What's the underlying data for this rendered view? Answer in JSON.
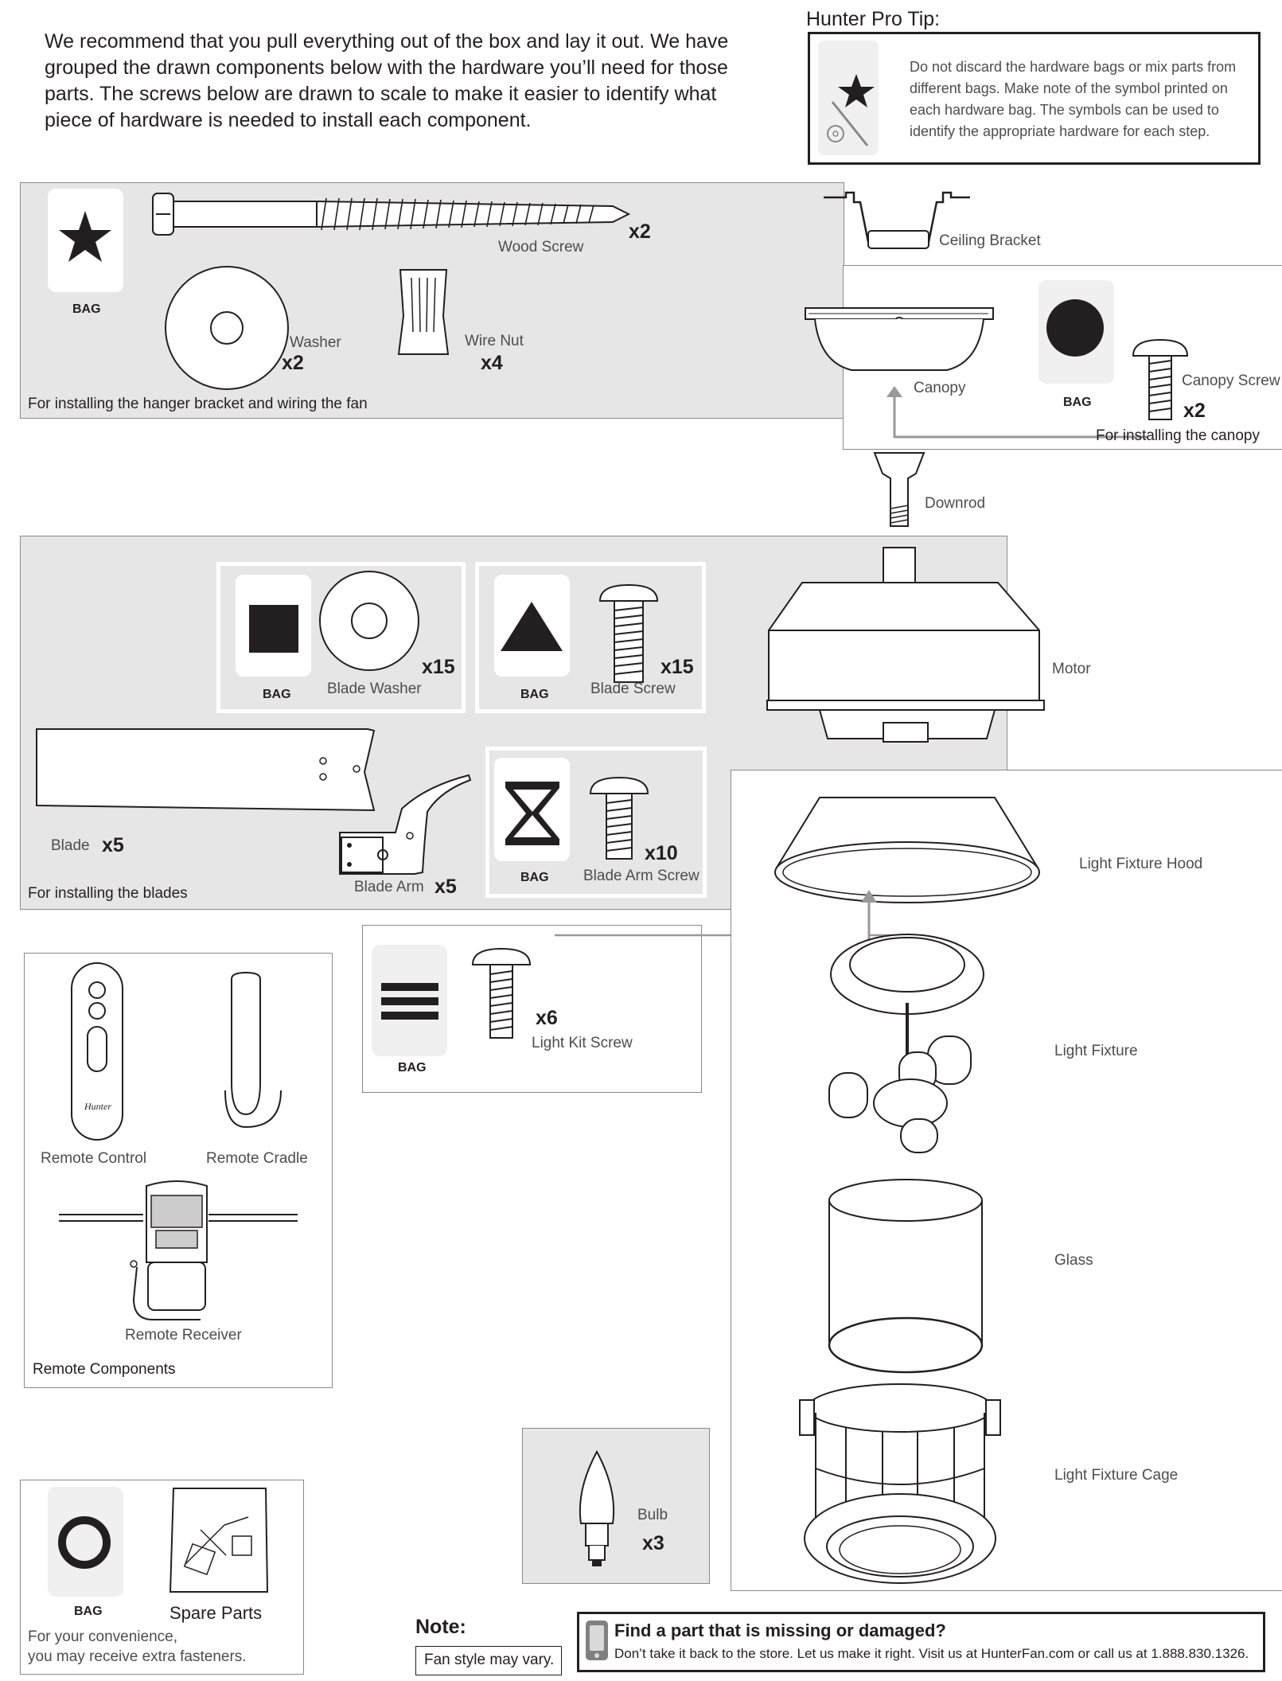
{
  "intro": {
    "text": "We recommend that you pull everything out of the box and lay it out. We have grouped the drawn components below with the hardware you’ll need for those parts. The screws below are drawn to scale to make it easier to identify what piece of hardware is needed to install each component."
  },
  "pro_tip": {
    "title": "Hunter Pro Tip:",
    "text": "Do not discard the hardware bags or mix parts from different bags. Make note of the symbol printed on each hardware bag. The symbols can be used to identify the appropriate hardware for each step."
  },
  "bag_label": "BAG",
  "hanger_group": {
    "wood_screw": "Wood Screw",
    "wood_screw_qty": "x2",
    "washer": "Washer",
    "washer_qty": "x2",
    "wire_nut": "Wire Nut",
    "wire_nut_qty": "x4",
    "caption": "For installing the hanger bracket and wiring the fan"
  },
  "ceiling_bracket": "Ceiling Bracket",
  "canopy_group": {
    "canopy": "Canopy",
    "canopy_screw": "Canopy Screw",
    "canopy_screw_qty": "x2",
    "caption": "For installing the canopy"
  },
  "downrod": "Downrod",
  "motor": "Motor",
  "blade_group": {
    "blade_washer": "Blade Washer",
    "blade_washer_qty": "x15",
    "blade_screw": "Blade Screw",
    "blade_screw_qty": "x15",
    "blade": "Blade",
    "blade_qty": "x5",
    "blade_arm": "Blade Arm",
    "blade_arm_qty": "x5",
    "blade_arm_screw": "Blade Arm Screw",
    "blade_arm_screw_qty": "x10",
    "caption": "For installing the blades"
  },
  "light_kit": {
    "screw": "Light Kit Screw",
    "qty": "x6"
  },
  "light_parts": {
    "hood": "Light Fixture Hood",
    "fixture": "Light Fixture",
    "glass": "Glass",
    "cage": "Light Fixture Cage"
  },
  "remote": {
    "control": "Remote Control",
    "cradle": "Remote Cradle",
    "receiver": "Remote Receiver",
    "caption": "Remote Components"
  },
  "bulb": {
    "label": "Bulb",
    "qty": "x3"
  },
  "spare": {
    "label": "Spare Parts",
    "caption_line1": "For your convenience,",
    "caption_line2": "you may receive extra fasteners."
  },
  "note": {
    "title": "Note:",
    "text": "Fan style may vary."
  },
  "missing": {
    "title": "Find a part that is missing or damaged?",
    "text": "Don’t take it back to the store. Let us make it right. Visit us at HunterFan.com or call us at 1.888.830.1326."
  }
}
